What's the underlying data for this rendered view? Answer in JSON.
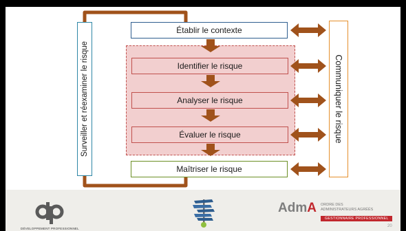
{
  "diagram": {
    "establish": "Établir le contexte",
    "identify": "Identifier le risque",
    "analyze": "Analyser le risque",
    "evaluate": "Évaluer le risque",
    "treat": "Maîtriser le risque",
    "monitor": "Surveiller et réexaminer le risque",
    "communicate": "Communiquer le risque"
  },
  "footer": {
    "left_logo_text": "DÉVELOPPEMENT PROFESSIONNEL",
    "brand_word": "Adm",
    "brand_word_accent": "A",
    "brand_line1": "ORDRE DES",
    "brand_line2": "ADMINISTRATEURS AGRÉÉS",
    "brand_tagline": "GESTIONNAIRE PROFESSIONNEL",
    "page_number": "20"
  },
  "colors": {
    "arrow": "#a0521b",
    "establish_border": "#2e5d8e",
    "treat_border": "#6b8e23",
    "communicate_border": "#e58e2b",
    "monitor_border": "#2e86a6",
    "assess_fill": "#f2cfcf",
    "assess_border": "#c0504d"
  },
  "icons": [
    "dp-logo-icon",
    "signpost-icon",
    "adma-logo-icon"
  ]
}
